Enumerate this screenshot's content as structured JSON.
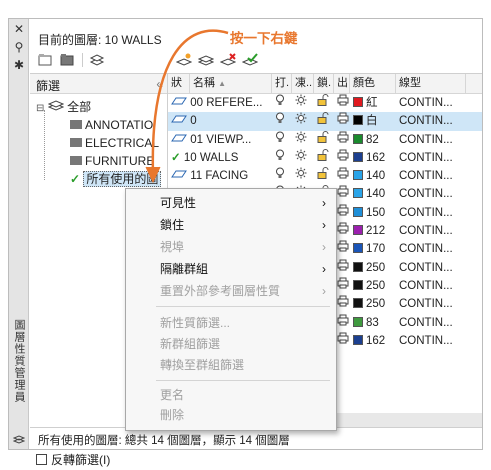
{
  "window": {
    "current_layer_label": "目前的圖層: 10 WALLS",
    "vertical_title": "圖層性質管理員",
    "close_glyph": "✕",
    "pin_glyph": "⚲",
    "settings_glyph": "✱"
  },
  "filter_pane": {
    "header": "篩選",
    "tree": [
      {
        "label": "全部"
      },
      {
        "label": "ANNOTATIO"
      },
      {
        "label": "ELECTRICAL"
      },
      {
        "label": "FURNITURE"
      },
      {
        "label": "所有使用的圖"
      }
    ],
    "invert_label": "反轉篩選(I)"
  },
  "grid": {
    "headers": [
      "狀",
      "名稱",
      "打.",
      "凍..",
      "鎖.",
      "出",
      "顏色",
      "線型"
    ],
    "rows": [
      {
        "name": "00 REFERE...",
        "color_label": "紅",
        "color": "#e0191f",
        "linetype": "CONTIN..."
      },
      {
        "name": "0",
        "color_label": "白",
        "color": "#000000",
        "linetype": "CONTIN..."
      },
      {
        "name": "01 VIEWP...",
        "color_label": "82",
        "color": "#1a8a2e",
        "linetype": "CONTIN..."
      },
      {
        "name": "10 WALLS",
        "color_label": "162",
        "color": "#1c3f8f",
        "linetype": "CONTIN..."
      },
      {
        "name": "11 FACING",
        "color_label": "140",
        "color": "#2aa4e8",
        "linetype": "CONTIN..."
      },
      {
        "name": "",
        "color_label": "140",
        "color": "#2aa4e8",
        "linetype": "CONTIN..."
      },
      {
        "name": "",
        "color_label": "150",
        "color": "#1f8fd8",
        "linetype": "CONTIN..."
      },
      {
        "name": "",
        "color_label": "212",
        "color": "#9b1fae",
        "linetype": "CONTIN..."
      },
      {
        "name": "",
        "color_label": "170",
        "color": "#1a55b8",
        "linetype": "CONTIN..."
      },
      {
        "name": "",
        "color_label": "250",
        "color": "#111111",
        "linetype": "CONTIN..."
      },
      {
        "name": "",
        "color_label": "250",
        "color": "#111111",
        "linetype": "CONTIN..."
      },
      {
        "name": "",
        "color_label": "250",
        "color": "#111111",
        "linetype": "CONTIN..."
      },
      {
        "name": "",
        "color_label": "83",
        "color": "#3f9a3f",
        "linetype": "CONTIN..."
      },
      {
        "name": "",
        "color_label": "162",
        "color": "#1c3f8f",
        "linetype": "CONTIN..."
      }
    ]
  },
  "context_menu": {
    "items": [
      {
        "label": "可見性",
        "submenu": true,
        "disabled": false
      },
      {
        "label": "鎖住",
        "submenu": true,
        "disabled": false
      },
      {
        "label": "視埠",
        "submenu": true,
        "disabled": true
      },
      {
        "label": "隔離群組",
        "submenu": true,
        "disabled": false
      },
      {
        "label": "重置外部參考圖層性質",
        "submenu": true,
        "disabled": true
      },
      {
        "label": "新性質篩選...",
        "submenu": false,
        "disabled": true
      },
      {
        "label": "新群組篩選",
        "submenu": false,
        "disabled": true
      },
      {
        "label": "轉換至群組篩選",
        "submenu": false,
        "disabled": true
      },
      {
        "label": "更名",
        "submenu": false,
        "disabled": true
      },
      {
        "label": "刪除",
        "submenu": false,
        "disabled": true
      }
    ]
  },
  "status_bar": "所有使用的圖層: 總共 14 個圖層，顯示 14 個圖層",
  "annotation": {
    "callout_text": "按一下右鍵",
    "accent_color": "#e8772e"
  }
}
